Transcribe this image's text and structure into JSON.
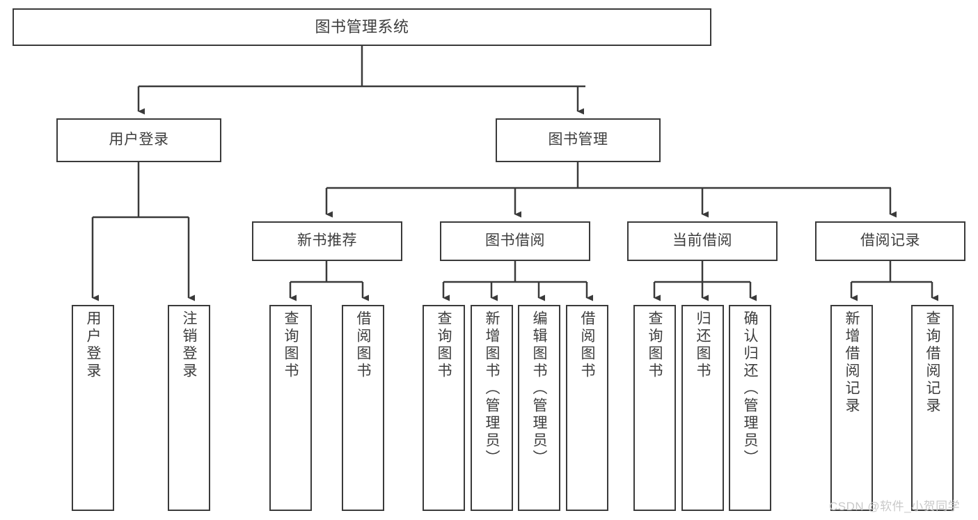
{
  "diagram": {
    "title": "图书管理系统",
    "type": "tree",
    "watermark": "CSDN @软件_小贺同学",
    "colors": {
      "stroke": "#3a3a3a",
      "text": "#3d3d3d",
      "background": "#ffffff",
      "watermark": "#c9c9c9"
    },
    "nodes": {
      "root": {
        "label": "图书管理系统"
      },
      "level2": [
        {
          "label": "用户登录"
        },
        {
          "label": "图书管理"
        }
      ],
      "level3": [
        {
          "label": "新书推荐"
        },
        {
          "label": "图书借阅"
        },
        {
          "label": "当前借阅"
        },
        {
          "label": "借阅记录"
        }
      ],
      "leaves": {
        "user_login": [
          {
            "label": "用户登录"
          },
          {
            "label": "注销登录"
          }
        ],
        "new_book_recommend": [
          {
            "label": "查询图书"
          },
          {
            "label": "借阅图书"
          }
        ],
        "book_borrow": [
          {
            "label": "查询图书"
          },
          {
            "label": "新增图书（管理员）"
          },
          {
            "label": "编辑图书（管理员）"
          },
          {
            "label": "借阅图书"
          }
        ],
        "current_borrow": [
          {
            "label": "查询图书"
          },
          {
            "label": "归还图书"
          },
          {
            "label": "确认归还（管理员）"
          }
        ],
        "borrow_record": [
          {
            "label": "新增借阅记录"
          },
          {
            "label": "查询借阅记录"
          }
        ]
      }
    }
  }
}
